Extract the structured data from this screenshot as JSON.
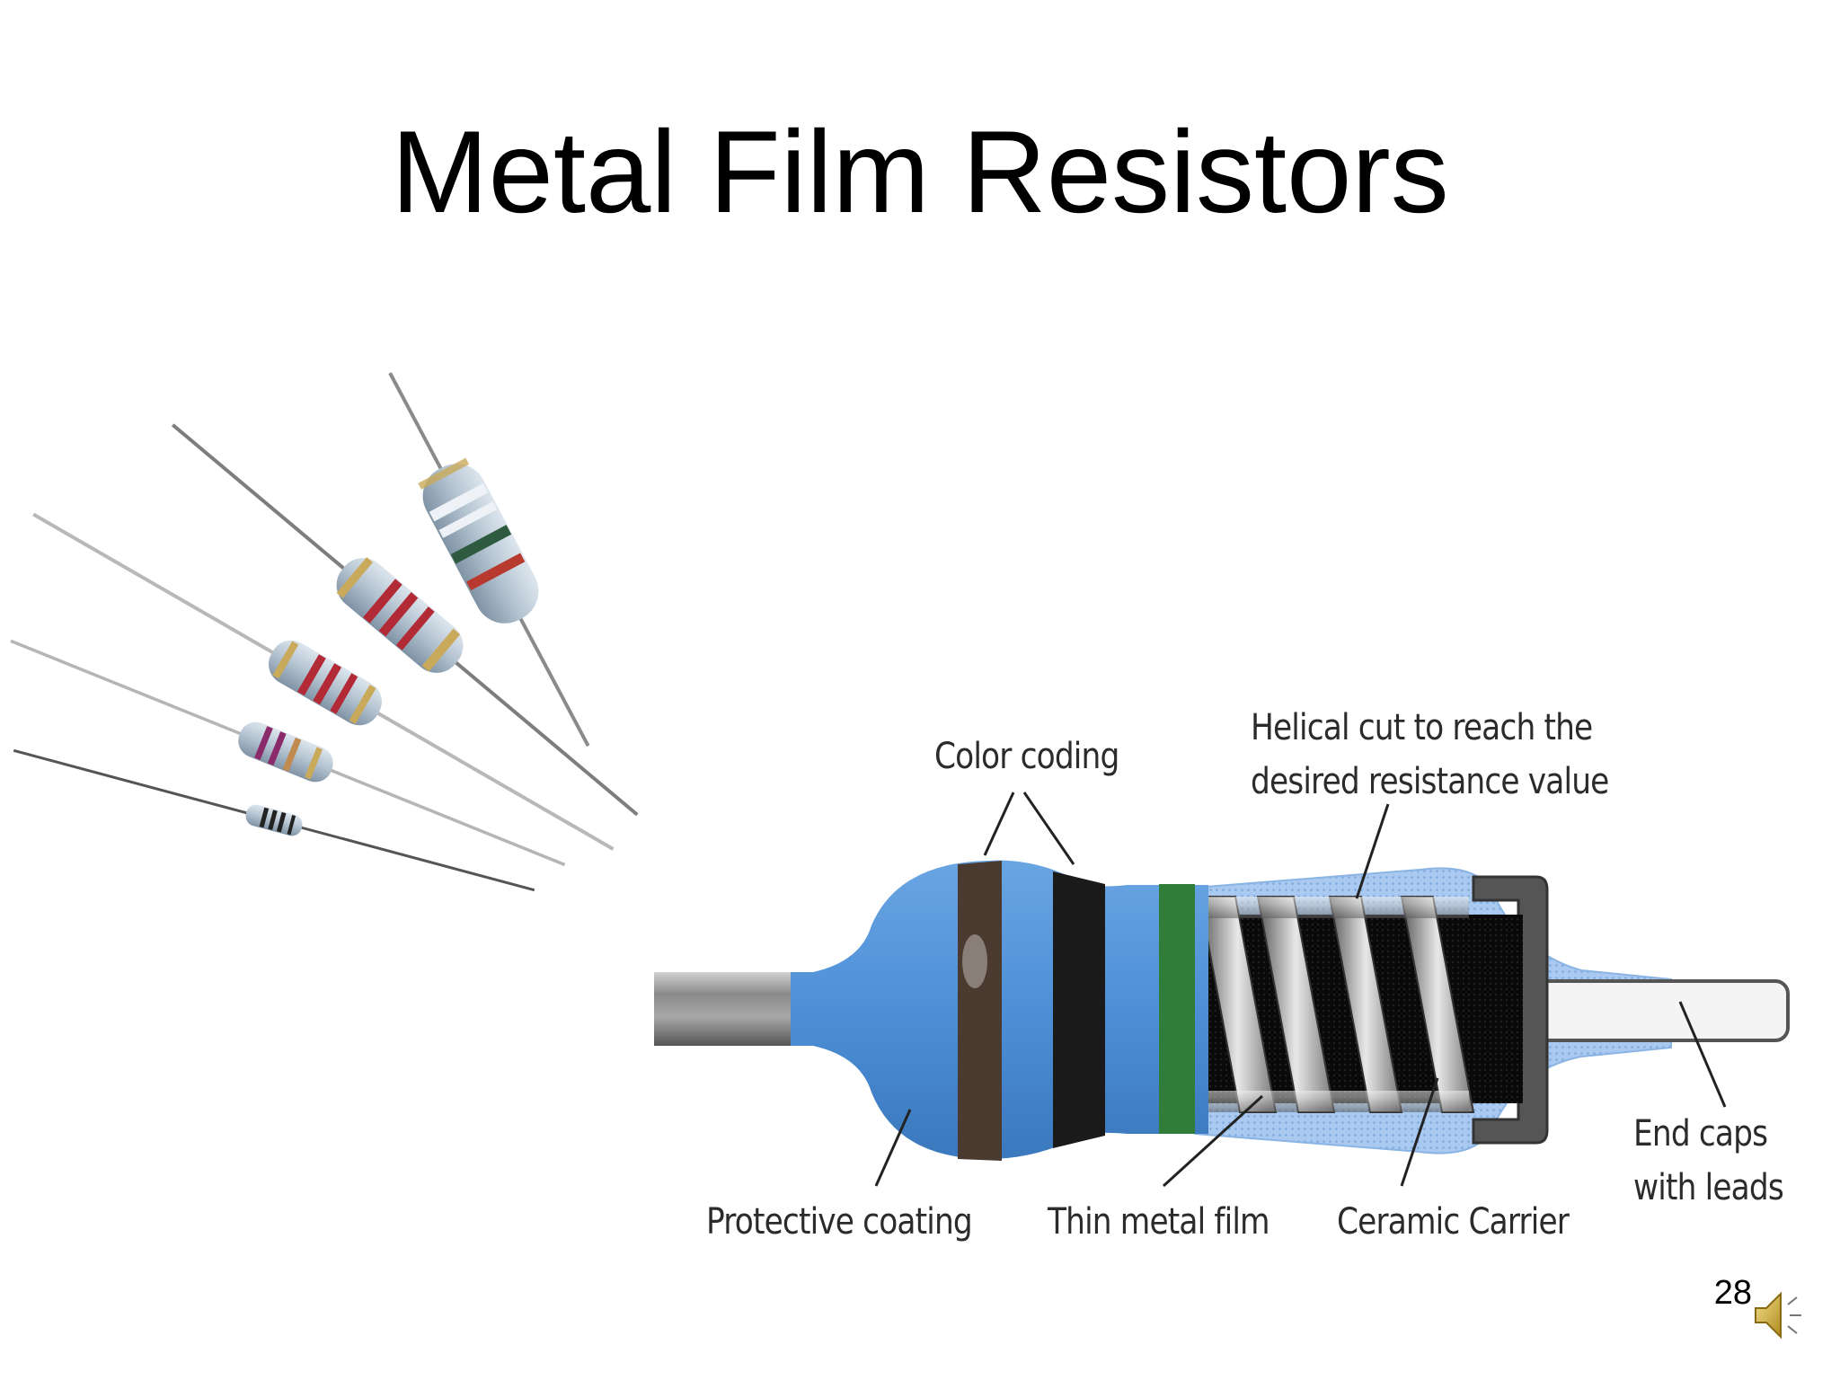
{
  "slide": {
    "title": "Metal Film Resistors",
    "page_number": "28"
  },
  "diagram": {
    "labels": {
      "color_coding": "Color coding",
      "helical_cut": [
        "Helical cut to reach the",
        "desired resistance value"
      ],
      "protective_coating": "Protective coating",
      "thin_metal_film": "Thin metal film",
      "ceramic_carrier": "Ceramic Carrier",
      "end_caps": [
        "End caps",
        "with leads"
      ]
    },
    "band_colors": [
      "#4a3a30",
      "#1a1a1a",
      "#2f7d38"
    ],
    "coating_color": "#4d8fd6",
    "carrier_color": "#0a0a0a"
  },
  "icons": {
    "speaker": "speaker-icon"
  }
}
